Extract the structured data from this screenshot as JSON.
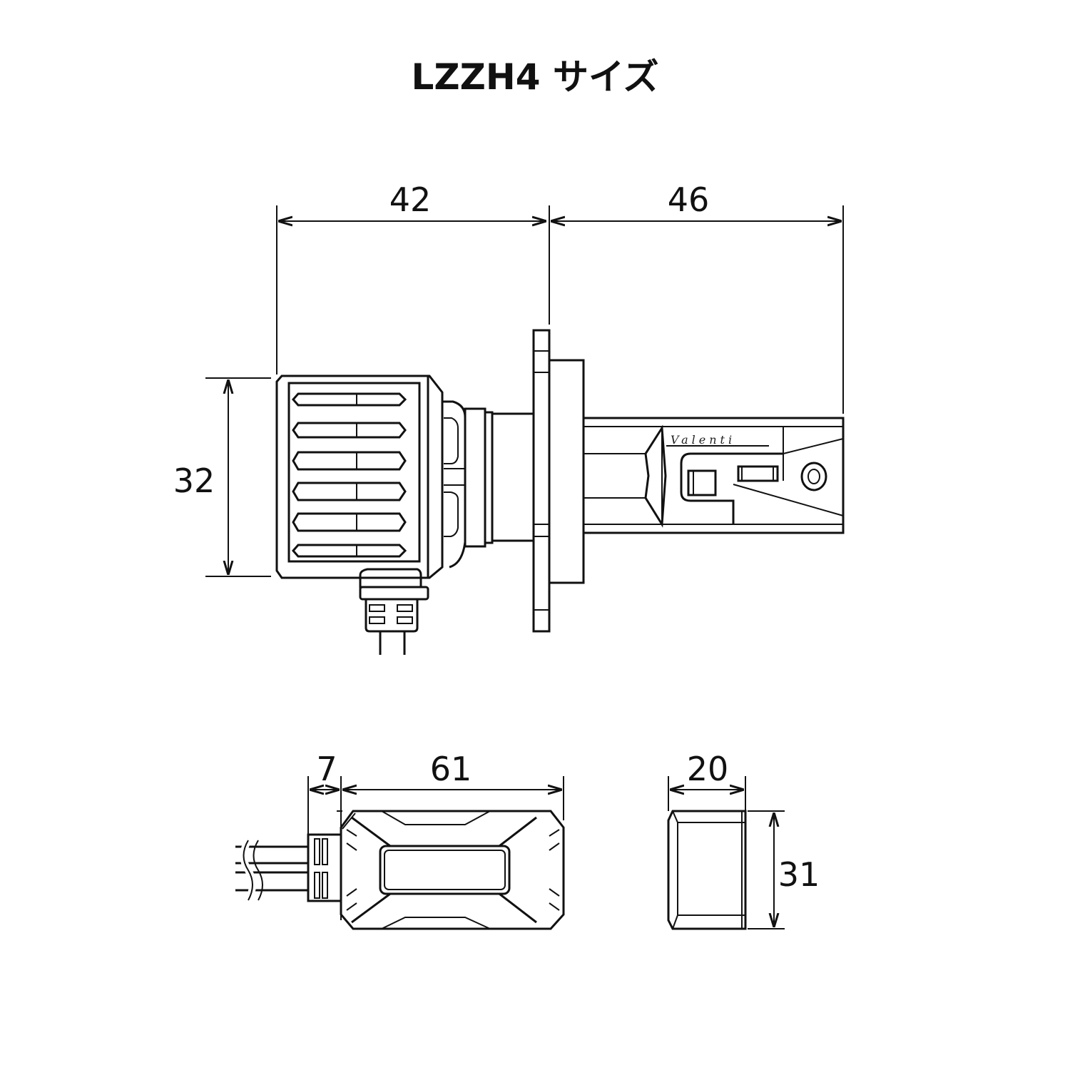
{
  "title": "LZZH4 サイズ",
  "bulb": {
    "logo_text": "Valenti",
    "dimensions": {
      "base_length": "42",
      "shaft_length": "46",
      "base_height": "32"
    }
  },
  "controller": {
    "dimensions": {
      "connector_length": "7",
      "body_length": "61",
      "thickness": "20",
      "height": "31"
    }
  },
  "colors": {
    "line": "#111111",
    "background": "#ffffff"
  }
}
